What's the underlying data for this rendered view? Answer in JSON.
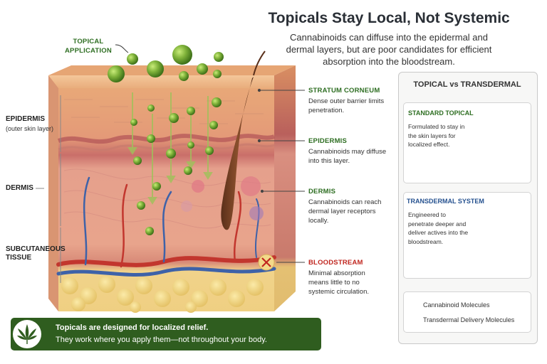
{
  "title": "Topicals Stay Local, Not Systemic",
  "subtitle": "Cannabinoids can diffuse into the epidermal and dermal layers, but are poor candidates for efficient absorption into the bloodstream.",
  "left_labels": {
    "topical_application": "TOPICAL\nAPPLICATION",
    "epidermis": "EPIDERMIS",
    "epidermis_sub": "(outer skin layer)",
    "dermis": "DERMIS",
    "subcutaneous": "SUBCUTANEOUS\nTISSUE"
  },
  "annotations": [
    {
      "heading": "STRATUM CORNEUM",
      "body": "Dense outer barrier limits penetration."
    },
    {
      "heading": "EPIDERMIS",
      "body": "Cannabinoids may diffuse into this layer."
    },
    {
      "heading": "DERMIS",
      "body": "Cannabinoids can reach dermal layer receptors locally."
    },
    {
      "heading": "BLOODSTREAM",
      "body": "Minimal absorption means little to no systemic circulation."
    }
  ],
  "side_panel": {
    "title": "TOPICAL vs TRANSDERMAL",
    "standard": {
      "heading": "STANDARD TOPICAL",
      "body": "Formulated to stay in the skin layers for localized effect."
    },
    "transdermal": {
      "heading": "TRANSDERMAL SYSTEM",
      "body": "Engineered to penetrate deeper and deliver actives into the bloodstream."
    },
    "legend": [
      {
        "label": "Cannabinoid Molecules",
        "color": "#6a9e2c"
      },
      {
        "label": "Transdermal Delivery Molecules",
        "color": "#4b84c9"
      }
    ]
  },
  "banner": {
    "line1": "Topicals are designed for localized relief.",
    "line2": "They work where you apply them—not throughout your body."
  },
  "colors": {
    "green_accent": "#2e6e22",
    "banner_bg": "#2f5d1f",
    "red_accent": "#c0261f",
    "blue_accent": "#25518f"
  }
}
